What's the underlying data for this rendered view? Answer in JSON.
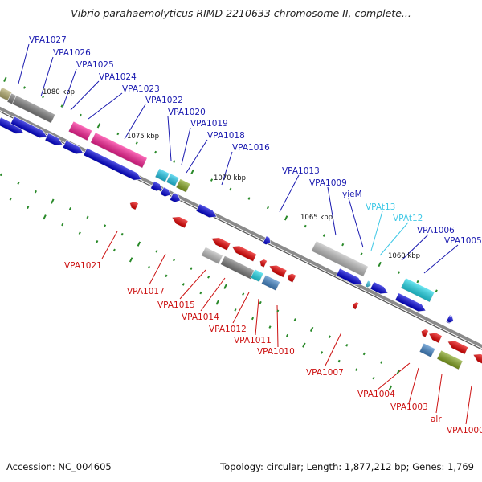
{
  "title": "Vibrio parahaemolyticus RIMD 2210633 chromosome II, complete...",
  "footer": {
    "accession": "Accession: NC_004605",
    "stats": "Topology: circular; Length: 1,877,212 bp; Genes: 1,769"
  },
  "colors": {
    "forward_label": "#1a1ab0",
    "reverse_label": "#cc1111",
    "rna_label": "#3ec8e6",
    "backbone": "#808080",
    "tick": "#2a8a2a"
  },
  "kbp_marks": [
    "1080 kbp",
    "1075 kbp",
    "1070 kbp",
    "1065 kbp",
    "1060 kbp"
  ],
  "forward_labels": [
    "VPA1027",
    "VPA1026",
    "VPA1025",
    "VPA1024",
    "VPA1023",
    "VPA1022",
    "VPA1020",
    "VPA1019",
    "VPA1018",
    "VPA1016",
    "VPA1013",
    "VPA1009",
    "yieM",
    "VPA1006",
    "VPA1005"
  ],
  "rna_labels": [
    "VPAt13",
    "VPAt12"
  ],
  "reverse_labels": [
    "VPA1021",
    "VPA1017",
    "VPA1015",
    "VPA1014",
    "VPA1012",
    "VPA1011",
    "VPA1010",
    "VPA1007",
    "VPA1004",
    "VPA1003",
    "alr",
    "VPA1000"
  ]
}
